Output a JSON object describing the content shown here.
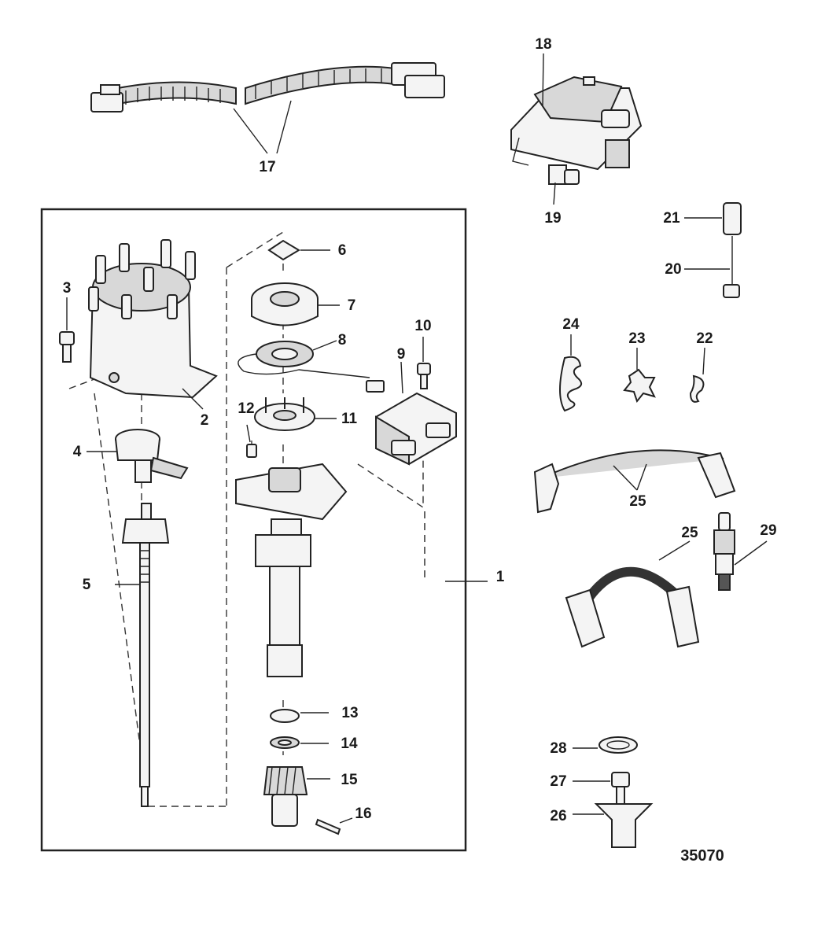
{
  "figure_id": "35070",
  "callouts": {
    "c1": "1",
    "c2": "2",
    "c3": "3",
    "c4": "4",
    "c5": "5",
    "c6": "6",
    "c7": "7",
    "c8": "8",
    "c9": "9",
    "c10": "10",
    "c11": "11",
    "c12": "12",
    "c13": "13",
    "c14": "14",
    "c15": "15",
    "c16": "16",
    "c17": "17",
    "c18": "18",
    "c19": "19",
    "c20": "20",
    "c21": "21",
    "c22": "22",
    "c23": "23",
    "c24": "24",
    "c25a": "25",
    "c25b": "25",
    "c26": "26",
    "c27": "27",
    "c28": "28",
    "c29": "29"
  },
  "colors": {
    "ink": "#222222",
    "background": "#ffffff"
  }
}
